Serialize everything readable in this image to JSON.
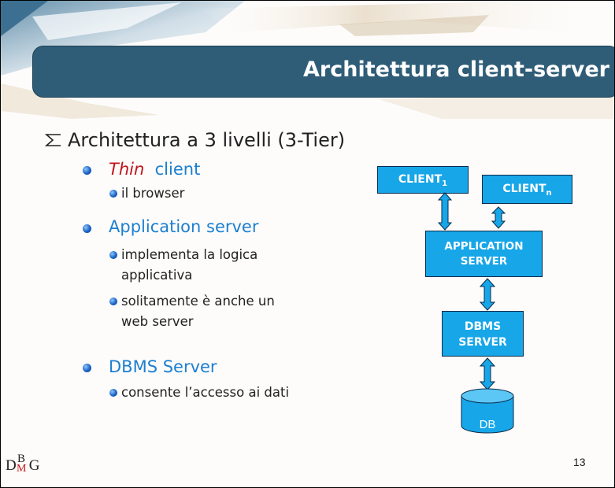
{
  "title": "Architettura client-server",
  "level1": "Architettura a 3 livelli (3-Tier)",
  "thin_client": {
    "italic": "Thin",
    "rest": "client"
  },
  "browser": "il browser",
  "app_server": "Application server",
  "app_sub1_line1": "implementa la logica",
  "app_sub1_line2": "applicativa",
  "app_sub2_line1": "solitamente è anche un",
  "app_sub2_line2": "web server",
  "dbms_server": "DBMS Server",
  "dbms_sub1": "consente l’accesso ai dati",
  "diagram": {
    "client1": "CLIENT",
    "client1_sub": "1",
    "clientn": "CLIENT",
    "clientn_sub": "n",
    "appserver_line1": "APPLICATION",
    "appserver_line2": "SERVER",
    "dbms_line1": "DBMS",
    "dbms_line2": "SERVER",
    "db": "DB"
  },
  "page_number": "13",
  "logo": {
    "d": "D",
    "b": "B",
    "m": "M",
    "g": "G"
  },
  "colors": {
    "banner": "#2f5d78",
    "accent_blue": "#1c7fd0",
    "box": "#17a6e8",
    "red": "#c0141a"
  }
}
